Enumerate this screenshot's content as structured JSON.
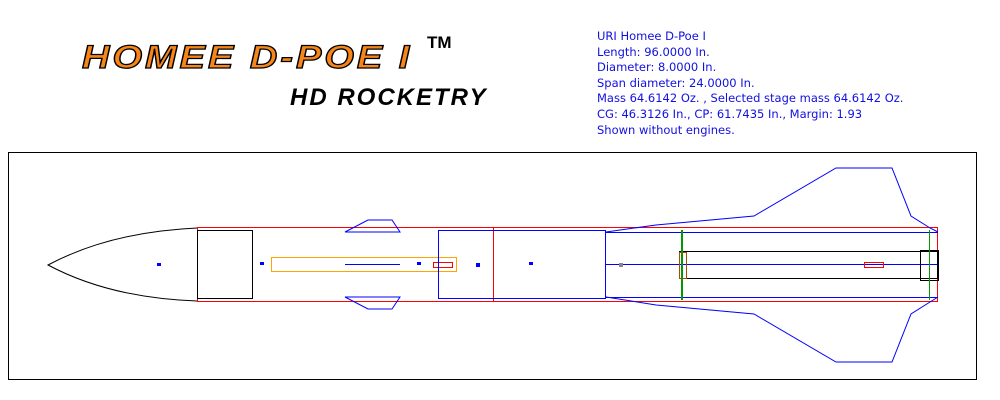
{
  "logo": {
    "title": "HOMEE D-POE I",
    "trademark": "TM",
    "subtitle": "HD ROCKETRY"
  },
  "info": {
    "name": "URI Homee D-Poe I",
    "length": "Length: 96.0000 In.",
    "diameter": "Diameter: 8.0000 In.",
    "span": "Span diameter: 24.0000 In.",
    "mass": "Mass 64.6142 Oz. , Selected stage mass 64.6142 Oz.",
    "cg_cp": "CG: 46.3126 In., CP: 61.7435 In., Margin: 1.93",
    "engines": "Shown without engines."
  },
  "colors": {
    "outline": "#000000",
    "body": "#ff0000",
    "component": "#0000ff",
    "mass": "#ffa500",
    "ring": "#009900",
    "block": "#a05000",
    "text": "#1010e0",
    "logo": "#f7861a"
  }
}
